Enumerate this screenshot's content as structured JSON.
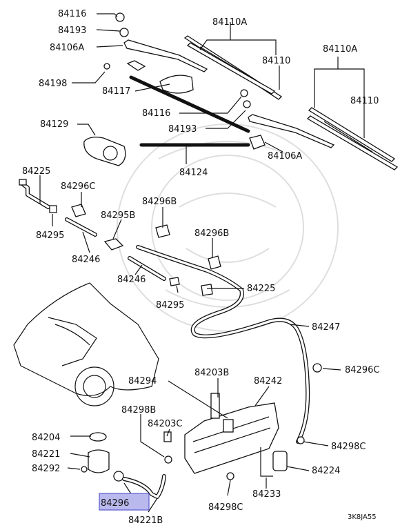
{
  "labels": {
    "p84116_a": "84116",
    "p84193_a": "84193",
    "p84106A_a": "84106A",
    "p84110A_a": "84110A",
    "p84110_a": "84110",
    "p84110A_b": "84110A",
    "p84110_b": "84110",
    "p84198": "84198",
    "p84117": "84117",
    "p84116_b": "84116",
    "p84193_b": "84193",
    "p84129": "84129",
    "p84106A_b": "84106A",
    "p84124": "84124",
    "p84225_a": "84225",
    "p84296C_a": "84296C",
    "p84296B_a": "84296B",
    "p84295B": "84295B",
    "p84295_a": "84295",
    "p84296B_b": "84296B",
    "p84246_a": "84246",
    "p84246_b": "84246",
    "p84225_b": "84225",
    "p84295_b": "84295",
    "p84247": "84247",
    "p84296C_b": "84296C",
    "p84203B": "84203B",
    "p84242": "84242",
    "p84294": "84294",
    "p84298B": "84298B",
    "p84203C": "84203C",
    "p84204": "84204",
    "p84298C_a": "84298C",
    "p84221": "84221",
    "p84224": "84224",
    "p84292": "84292",
    "p84296": "84296",
    "p84233": "84233",
    "p84298C_b": "84298C",
    "p84221B": "84221B"
  },
  "diagram_code": "3K8JA55",
  "highlight_color": "#b9b9ee"
}
